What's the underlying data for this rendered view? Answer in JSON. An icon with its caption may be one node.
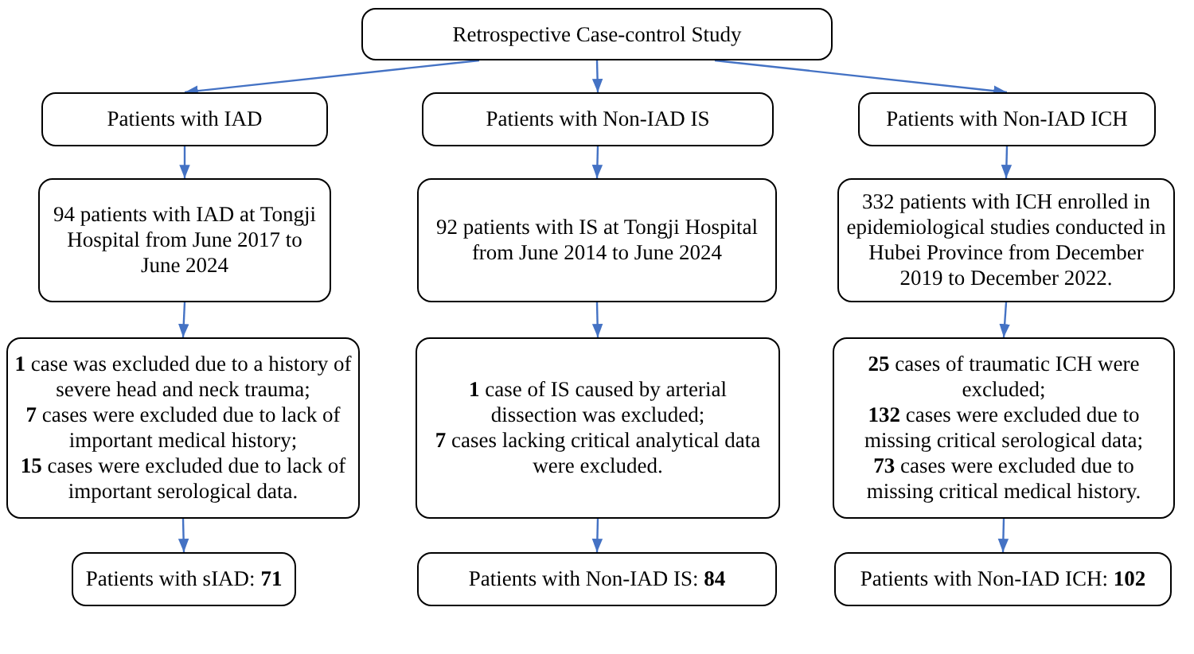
{
  "diagram": {
    "nodes": [
      {
        "text": [
          "Retrospective Case-control Study"
        ]
      },
      {
        "text": [
          "Patients with IAD"
        ]
      },
      {
        "text": [
          "Patients with Non-IAD IS"
        ]
      },
      {
        "text": [
          "Patients with Non-IAD ICH"
        ]
      },
      {
        "text": [
          "94 patients with IAD at Tongji Hospital from June 2017 to June 2024"
        ]
      },
      {
        "text": [
          "92 patients with IS at Tongji Hospital from June 2014 to June 2024"
        ]
      },
      {
        "text": [
          "332 patients with ICH enrolled in epidemiological studies conducted in Hubei Province from December 2019 to December 2022."
        ]
      },
      {
        "text": [
          "**1** case was excluded due to a history of severe head and neck trauma;",
          "**7** cases were excluded due to lack of important medical history;",
          "**15** cases were excluded due to lack of important serological data."
        ]
      },
      {
        "text": [
          "**1** case of IS caused by arterial dissection was excluded;",
          "**7** cases lacking critical analytical data were excluded."
        ]
      },
      {
        "text": [
          "**25** cases of traumatic ICH were excluded;",
          "**132** cases were excluded due to missing critical serological data;",
          "**73** cases were excluded due to missing critical medical history."
        ]
      },
      {
        "text": [
          "Patients with sIAD: **71**"
        ]
      },
      {
        "text": [
          "Patients with Non-IAD IS: **84**"
        ]
      },
      {
        "text": [
          "Patients with Non-IAD ICH: **102**"
        ]
      }
    ],
    "edges": [
      {
        "from": 0,
        "to": 1,
        "arrow": "to"
      },
      {
        "from": 0,
        "to": 2,
        "arrow": "to"
      },
      {
        "from": 0,
        "to": 3,
        "arrow": "to"
      },
      {
        "from": 1,
        "to": 4,
        "arrow": "to"
      },
      {
        "from": 2,
        "to": 5,
        "arrow": "to"
      },
      {
        "from": 3,
        "to": 6,
        "arrow": "to"
      },
      {
        "from": 4,
        "to": 7,
        "arrow": "to"
      },
      {
        "from": 5,
        "to": 8,
        "arrow": "to"
      },
      {
        "from": 6,
        "to": 9,
        "arrow": "to"
      },
      {
        "from": 7,
        "to": 10,
        "arrow": "to"
      },
      {
        "from": 8,
        "to": 11,
        "arrow": "to"
      },
      {
        "from": 9,
        "to": 12,
        "arrow": "to"
      }
    ]
  }
}
